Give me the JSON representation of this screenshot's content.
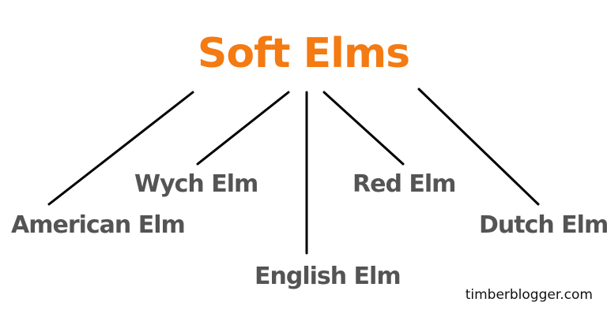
{
  "diagram": {
    "title": "Soft Elms",
    "branches": [
      "American Elm",
      "Wych Elm",
      "English Elm",
      "Red Elm",
      "Dutch Elm"
    ]
  },
  "footer": {
    "site": "timberblogger.com"
  },
  "colors": {
    "title": "#f47a12",
    "labels": "#545454",
    "lines": "#000000"
  }
}
